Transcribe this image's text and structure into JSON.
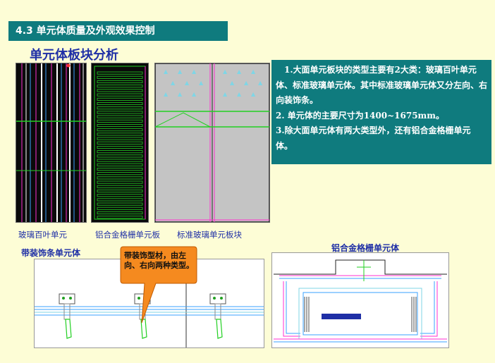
{
  "header": {
    "title": "4.3 单元体质量及外观效果控制"
  },
  "subtitle": "单元体板块分析",
  "panels": {
    "captions": [
      "玻璃百叶单元",
      "铝合金格栅单元板",
      "标准玻璃单元板块"
    ]
  },
  "description": {
    "paragraphs": [
      "1.大面单元板块的类型主要有2大类：玻璃百叶单元体、标准玻璃单元体。其中标准玻璃单元体又分左向、右向装饰条。",
      "2. 单元体的主要尺寸为1400~1675mm。",
      "3.除大面单元体有两大类型外，还有铝合金格栅单元体。"
    ]
  },
  "sections": {
    "left_title": "带装饰条单元体",
    "right_title": "铝合金格栅单元体"
  },
  "callout": {
    "text": "带装饰型材，由左向、右向两种类型。"
  },
  "colors": {
    "header_bg": "#0f7b7e",
    "title_blue": "#1f2fa6",
    "page_bg": "#fdfdd6",
    "callout_orange": "#f58a1f"
  }
}
